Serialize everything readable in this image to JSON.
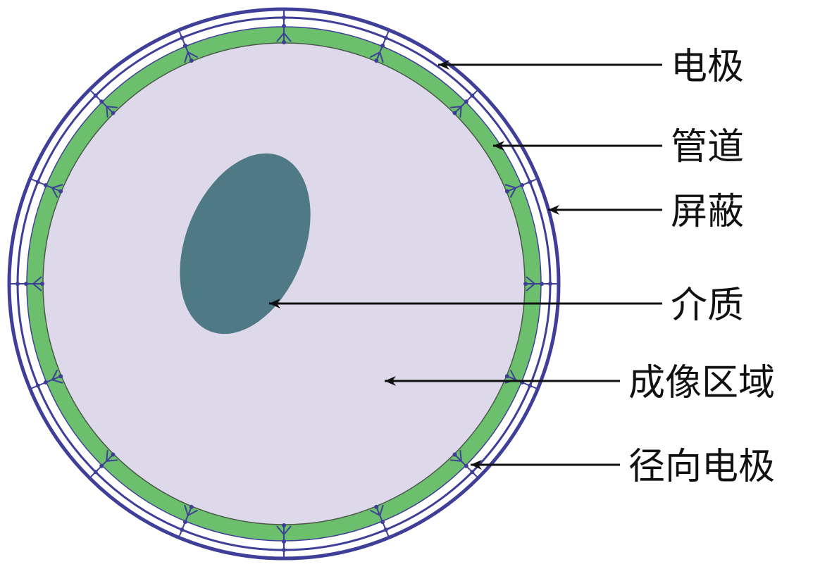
{
  "labels": {
    "electrode": "电极",
    "pipe": "管道",
    "shield": "屏蔽",
    "medium": "介质",
    "imaging_region": "成像区域",
    "radial_electrode": "径向电极"
  },
  "colors": {
    "shield_ring": "#3f3f9a",
    "pipe_wall": "#6cbf6c",
    "imaging_region": "#ddd9ea",
    "medium": "#4f7a85",
    "electrode_marks": "#3f3f9a",
    "leader_line": "#111111"
  }
}
